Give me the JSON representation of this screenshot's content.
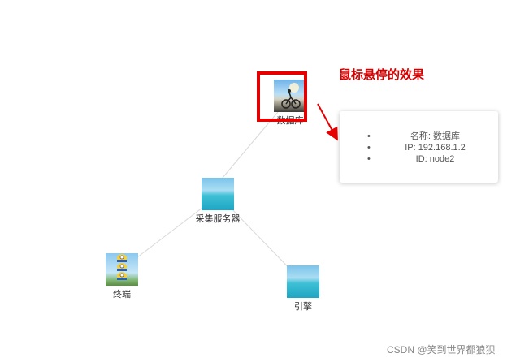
{
  "annotation": "鼠标悬停的效果",
  "tooltip": {
    "lines": [
      "名称: 数据库",
      "IP: 192.168.1.2",
      "ID: node2"
    ]
  },
  "nodes": [
    {
      "id": "db",
      "label": "数据库",
      "image": "beach-cyclist-photo"
    },
    {
      "id": "collector",
      "label": "采集服务器",
      "image": "sea-photo"
    },
    {
      "id": "terminal",
      "label": "终端",
      "image": "minions-photo"
    },
    {
      "id": "engine",
      "label": "引擎",
      "image": "sea-photo"
    }
  ],
  "edges": [
    [
      "collector",
      "db"
    ],
    [
      "collector",
      "terminal"
    ],
    [
      "collector",
      "engine"
    ]
  ],
  "colors": {
    "highlight": "#e60000",
    "annotation": "#d40000",
    "edge": "#d9d9d9"
  },
  "watermark": "CSDN @笑到世界都狼狈"
}
